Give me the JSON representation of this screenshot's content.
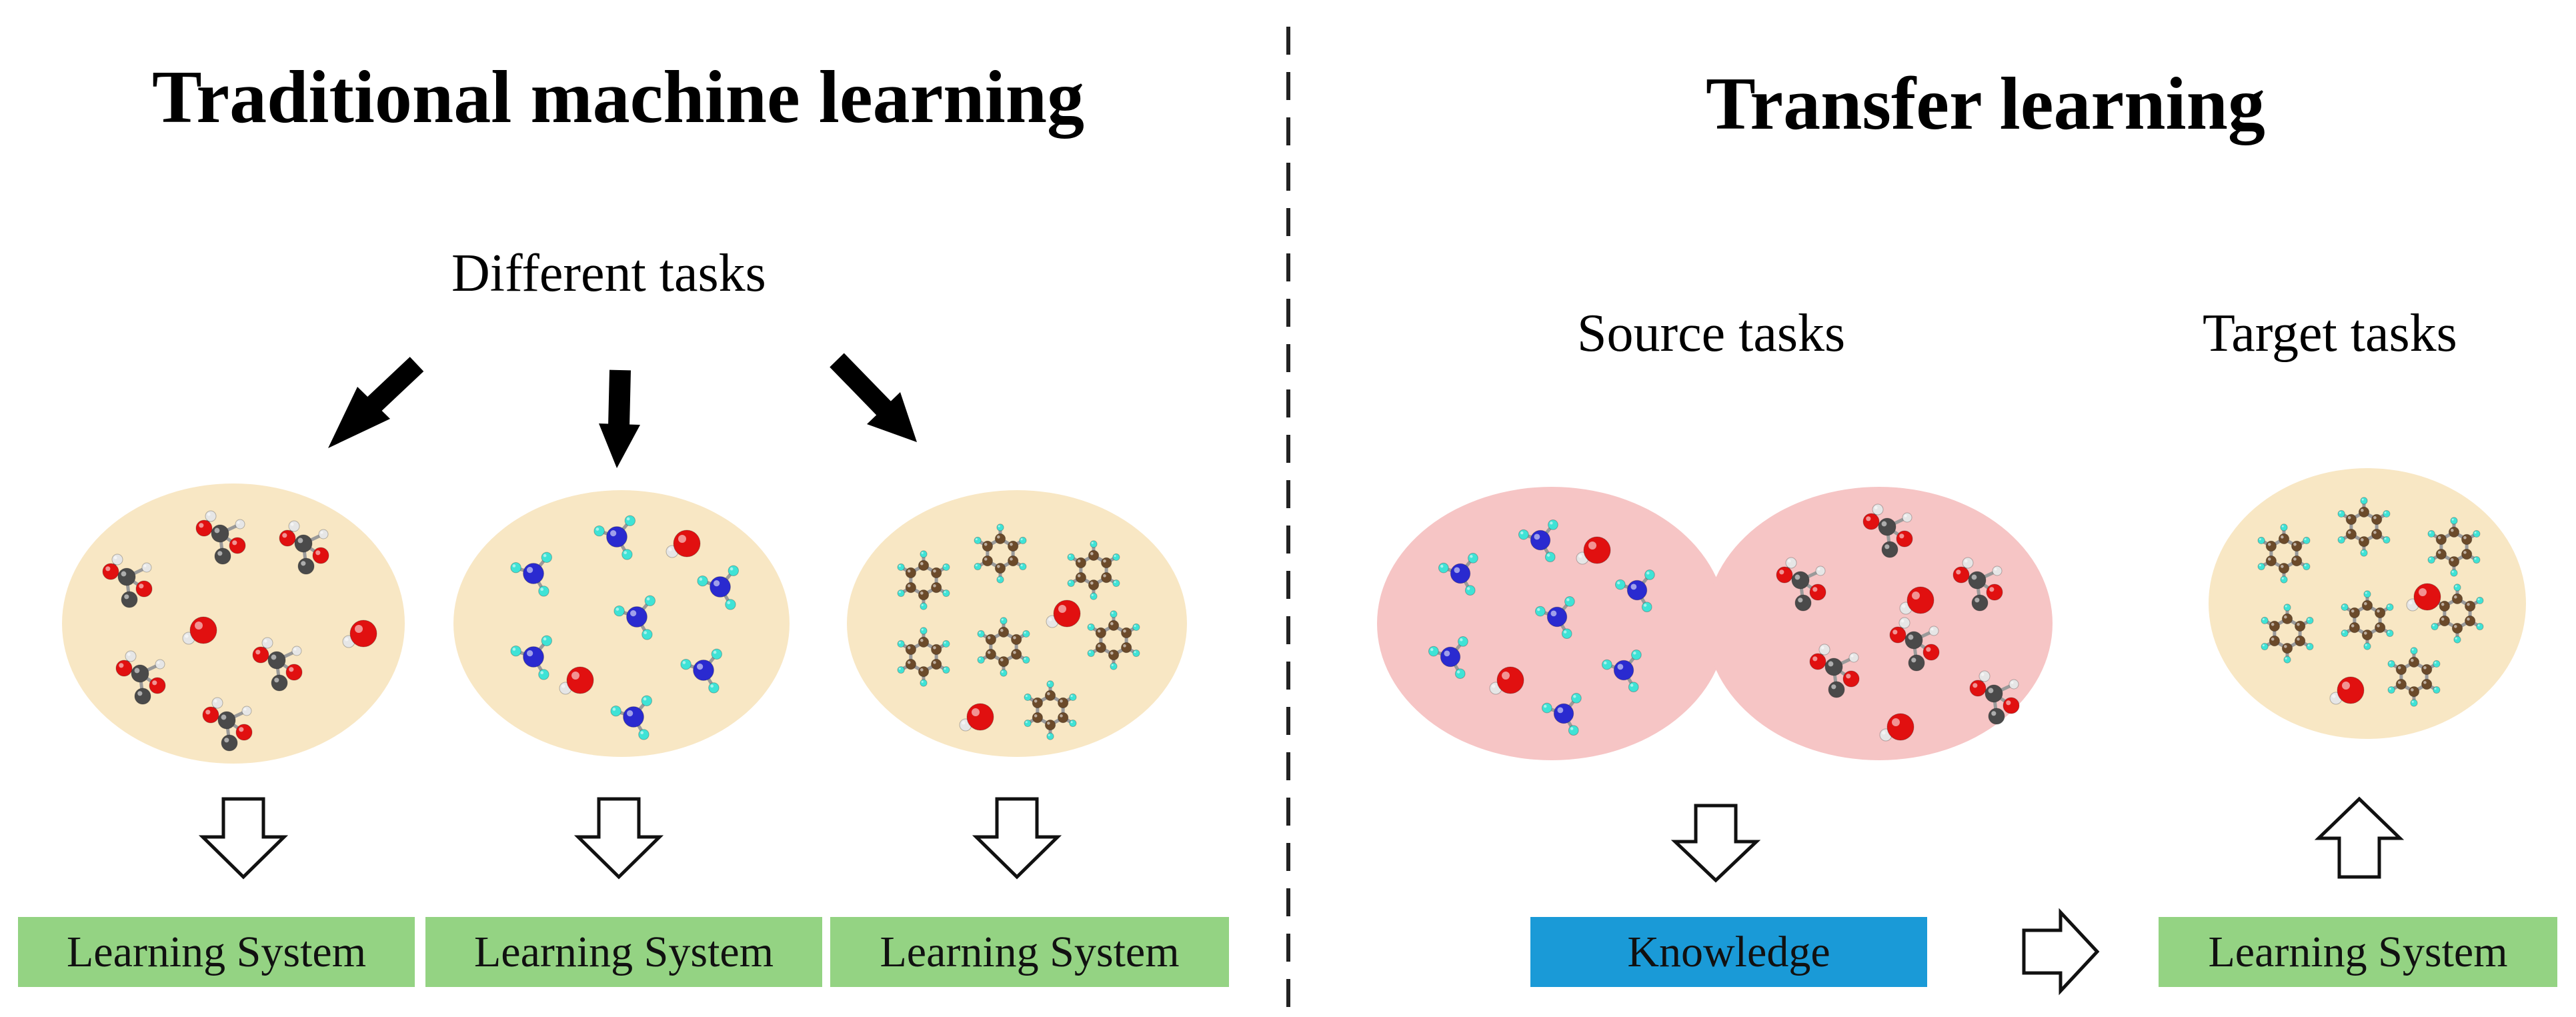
{
  "colors": {
    "cream": "#f8e7c4",
    "pink": "#f6c5c5",
    "green_box": "#94d383",
    "blue_box": "#1a9ad7",
    "carbon": "#4a4a4a",
    "oxygen": "#e11010",
    "nitrogen": "#2a2ad0",
    "hydrogen_aqua": "#3fe3d6",
    "benzene_carbon": "#6b4a2a",
    "hydrogen_white": "#e6e6e6"
  },
  "left": {
    "title": "Traditional machine learning",
    "subtitle": "Different tasks",
    "boxes": [
      "Learning System",
      "Learning System",
      "Learning System"
    ]
  },
  "right": {
    "title": "Transfer learning",
    "source_label": "Source tasks",
    "target_label": "Target tasks",
    "knowledge_label": "Knowledge",
    "target_box": "Learning System"
  }
}
